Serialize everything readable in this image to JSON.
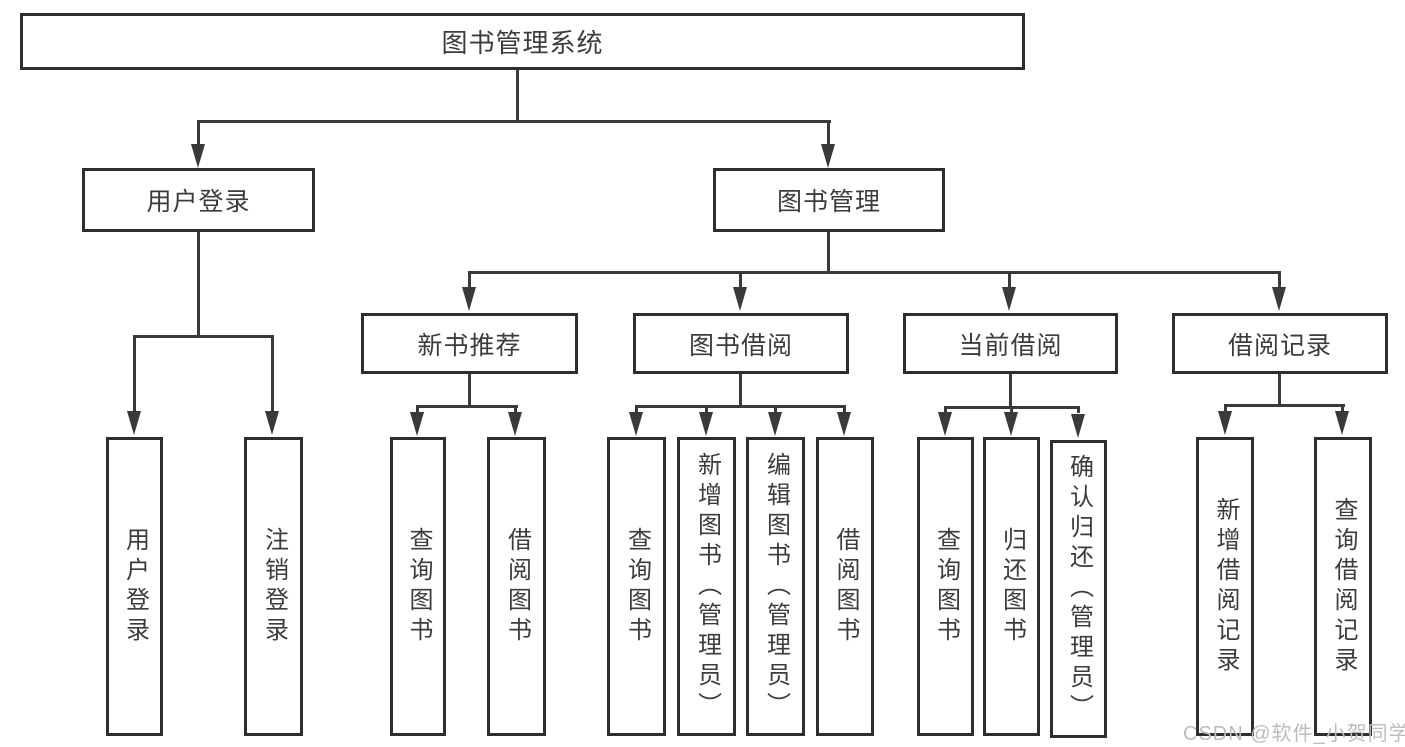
{
  "colors": {
    "line": "#3a3a3a",
    "box_border": "#2e2e2e",
    "text": "#3c3c3c",
    "watermark": "#b9bdc2",
    "background": "#ffffff"
  },
  "diagram": {
    "root": "图书管理系统",
    "branches": [
      {
        "label": "用户登录",
        "children": [
          "用户登录",
          "注销登录"
        ]
      },
      {
        "label": "图书管理",
        "children": [
          {
            "label": "新书推荐",
            "children": [
              "查询图书",
              "借阅图书"
            ]
          },
          {
            "label": "图书借阅",
            "children": [
              "查询图书",
              "新增图书（管理员）",
              "编辑图书（管理员）",
              "借阅图书"
            ]
          },
          {
            "label": "当前借阅",
            "children": [
              "查询图书",
              "归还图书",
              "确认归还（管理员）"
            ]
          },
          {
            "label": "借阅记录",
            "children": [
              "新增借阅记录",
              "查询借阅记录"
            ]
          }
        ]
      }
    ]
  },
  "watermark": "CSDN @软件_小贺同学"
}
